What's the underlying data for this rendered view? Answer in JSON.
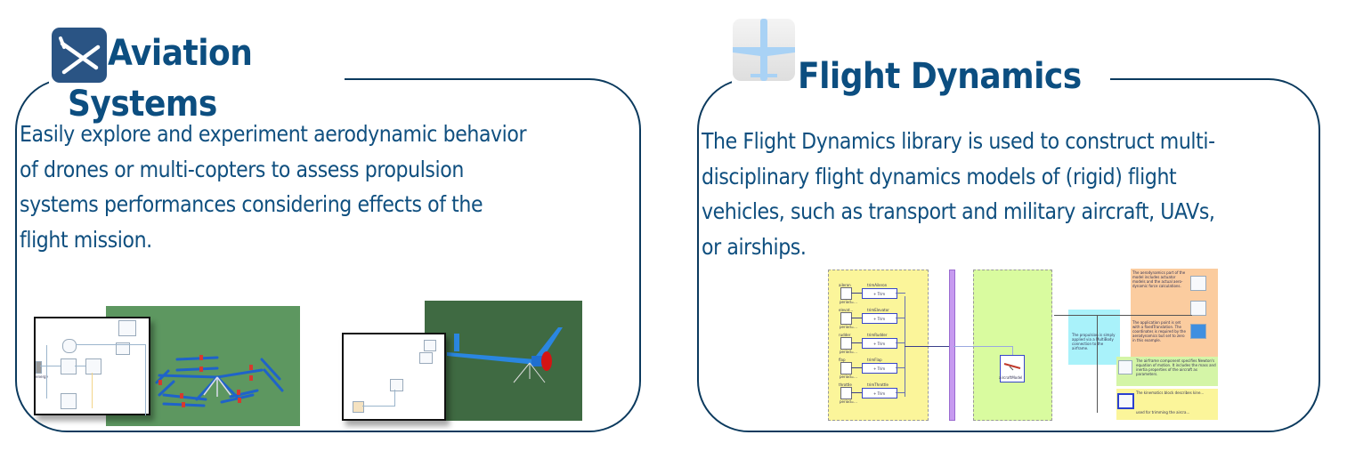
{
  "cards": [
    {
      "id": "aviation-systems",
      "title_line1": "Aviation",
      "title_line2": "Systems",
      "icon": "crossed-propeller-icon",
      "description_lines": [
        "Easily explore and experiment aerodynamic behavior",
        "of drones or multi-copters to assess propulsion",
        "systems performances considering effects of the",
        "flight mission."
      ],
      "images": [
        {
          "name": "multicopter-model-diagram",
          "caption_left": "energy"
        },
        {
          "name": "multicopter-3d-animation"
        },
        {
          "name": "fixed-wing-model-diagram"
        },
        {
          "name": "fixed-wing-3d-animation"
        }
      ]
    },
    {
      "id": "flight-dynamics",
      "title": "Flight Dynamics",
      "icon": "airplane-icon",
      "description_lines": [
        "The Flight Dynamics library is used to construct multi-",
        "disciplinary flight dynamics models of (rigid) flight",
        "vehicles, such as transport and military aircraft, UAVs,",
        "or airships."
      ],
      "diagram": {
        "trim_blocks": [
          {
            "source": "aileron",
            "label": "trimAileron",
            "block_text": "+ Trim",
            "period": "period=..."
          },
          {
            "source": "elevat...",
            "label": "trimElevator",
            "block_text": "+ Trim",
            "period": "period=..."
          },
          {
            "source": "rudder",
            "label": "trimRudder",
            "block_text": "+ Trim",
            "period": "period=..."
          },
          {
            "source": "flap",
            "label": "trimFlap",
            "block_text": "+ Trim",
            "period": "period=..."
          },
          {
            "source": "throttle",
            "label": "trimThrottle",
            "block_text": "+ Trim",
            "period": "period=..."
          }
        ],
        "aircraft_block_label": "aircraftModel",
        "notes": [
          "The aerodynamics part of the model includes actuator models and the actual aero-dynamic force calculations.",
          "The application point is set with a fixedTranslation. The coordinates is required by the aerodynamics but set to zero in this example.",
          "The propulsion is simply applied via a MultiBody connection to the airframe.",
          "The airframe component specifies Newton's equation of motion. It includes the mass and inertia properties of the aircraft as parameters.",
          "The kinematics block describes kine...",
          "used for trimming the aircra..."
        ]
      }
    }
  ],
  "colors": {
    "title": "#0c4e80",
    "border": "#0b3a5e",
    "icon_dark": "#2a5484",
    "icon_plane": "#a9d2f5",
    "sim_green": "#5d9760",
    "sim_green_dark": "#3f6a42"
  }
}
